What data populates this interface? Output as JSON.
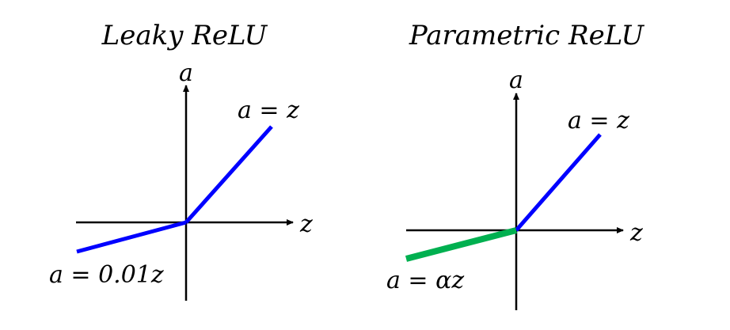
{
  "diagrams": [
    {
      "title": "Leaky ReLU",
      "y_axis_label": "a",
      "x_axis_label": "z",
      "positive_label": "a = z",
      "negative_label": "a = 0.01z",
      "positive_color": "#0000ff",
      "negative_color": "#0000ff",
      "axis_color": "#000000"
    },
    {
      "title": "Parametric ReLU",
      "y_axis_label": "a",
      "x_axis_label": "z",
      "positive_label": "a = z",
      "negative_label": "a = αz",
      "positive_color": "#0000ff",
      "negative_color": "#00b050",
      "axis_color": "#000000"
    }
  ]
}
